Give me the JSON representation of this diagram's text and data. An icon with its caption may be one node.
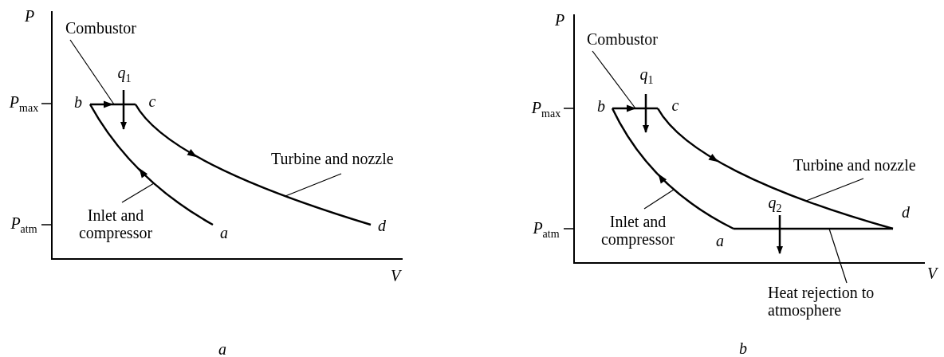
{
  "diagram": {
    "nodes": [
      {
        "text": [
          "Combustor"
        ]
      },
      {
        "text": [
          "Inlet and compressor"
        ]
      },
      {
        "text": [
          "Turbine and nozzle"
        ]
      },
      {
        "text": [
          "Combustor"
        ]
      },
      {
        "text": [
          "Inlet and compressor"
        ]
      },
      {
        "text": [
          "Turbine and nozzle"
        ]
      },
      {
        "text": [
          "Heat rejection to atmosphere"
        ]
      },
      {
        "text": [],
        "shape": "line"
      },
      {
        "text": [],
        "shape": "line"
      },
      {
        "text": [],
        "shape": "line"
      },
      {
        "text": [],
        "shape": "line"
      },
      {
        "text": [],
        "shape": "line"
      },
      {
        "text": [],
        "shape": "line"
      },
      {
        "text": [],
        "shape": "line"
      }
    ],
    "edges": [
      {
        "from": 0,
        "to": 7,
        "arrow": "none"
      },
      {
        "from": 1,
        "to": 8,
        "arrow": "none"
      },
      {
        "from": 2,
        "to": 9,
        "arrow": "none"
      },
      {
        "from": 3,
        "to": 10,
        "arrow": "none"
      },
      {
        "from": 4,
        "to": 11,
        "arrow": "none"
      },
      {
        "from": 5,
        "to": 12,
        "arrow": "none"
      },
      {
        "from": 6,
        "to": 13,
        "arrow": "none"
      }
    ],
    "labels": [
      "P",
      "q$_{1}$",
      "P$_{max}$",
      "b",
      "c",
      "P$_{atm}$",
      "a",
      "d",
      "V",
      "a",
      "P",
      "q$_{1}$",
      "P$_{max}$",
      "b",
      "c",
      "q$_{2}$",
      "d",
      "P$_{atm}$",
      "a",
      "V",
      "b"
    ]
  }
}
